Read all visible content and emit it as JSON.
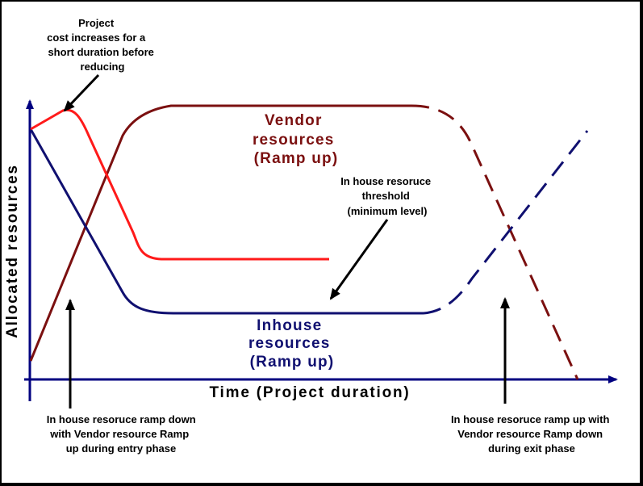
{
  "axes": {
    "x_label": "Time (Project duration)",
    "y_label": "Allocated resources"
  },
  "labels": {
    "vendor": [
      "Vendor",
      "resources",
      "(Ramp up)"
    ],
    "inhouse": [
      "Inhouse",
      "resources",
      "(Ramp up)"
    ],
    "threshold": [
      "In house resoruce",
      "threshold",
      "(minimum level)"
    ],
    "project_cost": [
      "Project",
      "cost increases for a",
      "short duration before",
      "reducing"
    ],
    "entry_phase": [
      "In house resoruce ramp down",
      "with  Vendor resource Ramp",
      "up during entry phase"
    ],
    "exit_phase": [
      "In house resoruce ramp up with",
      "Vendor resource Ramp down",
      "during exit  phase"
    ]
  },
  "colors": {
    "vendor": "#7b1010",
    "inhouse": "#101070",
    "project_cost": "#ff1a1a",
    "axis": "#000080",
    "arrow": "#000000"
  }
}
